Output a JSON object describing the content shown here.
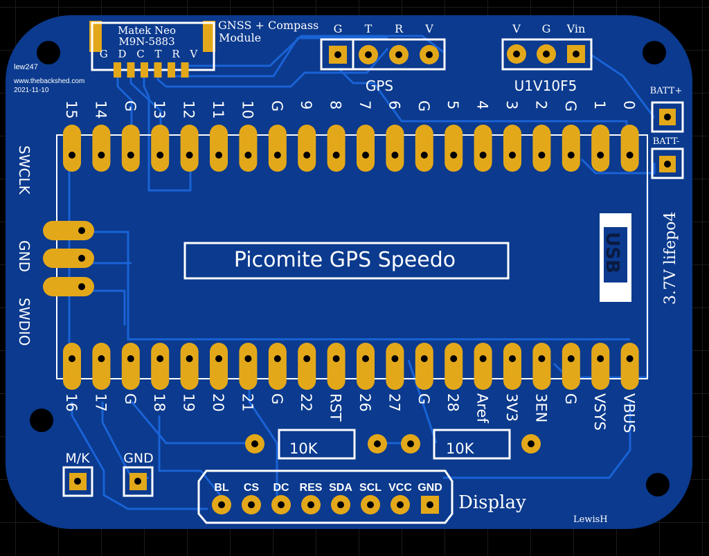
{
  "colors": {
    "board": "#0b3a8e",
    "trace": "#1a63d6",
    "copper": "#e3a81a",
    "silk": "#ffffff",
    "hole": "#000000"
  },
  "gnss": {
    "name1": "Matek Neo",
    "name2": "M9N-5883",
    "pins": "G D C T R V",
    "title1": "GNSS + Compass",
    "title2": "Module"
  },
  "author": {
    "user": "lew247",
    "site": "www.thebackshed.com",
    "date": "2021-11-10",
    "signature": "LewisH"
  },
  "gps": {
    "label": "GPS",
    "pins": [
      "G",
      "T",
      "R",
      "V"
    ]
  },
  "regulator": {
    "label": "U1V10F5",
    "pins": [
      "V",
      "G",
      "Vin"
    ]
  },
  "batt": {
    "plus": "BATT+",
    "minus": "BATT-",
    "type": "3.7V lifepo4"
  },
  "top_pins": [
    "15",
    "14",
    "G",
    "13",
    "12",
    "11",
    "10",
    "G",
    "9",
    "8",
    "7",
    "6",
    "G",
    "5",
    "4",
    "3",
    "2",
    "G",
    "1",
    "0"
  ],
  "bottom_pins": [
    "16",
    "17",
    "G",
    "18",
    "19",
    "20",
    "21",
    "G",
    "22",
    "RST",
    "26",
    "27",
    "G",
    "28",
    "Aref",
    "3V3",
    "3EN",
    "G",
    "VSYS",
    "VBUS"
  ],
  "debug": {
    "swclk": "SWCLK",
    "gnd": "GND",
    "swdio": "SWDIO"
  },
  "title": "Picomite GPS Speedo",
  "usb": "USB",
  "resistors": [
    "10K",
    "10K"
  ],
  "mk": {
    "mk": "M/K",
    "gnd": "GND"
  },
  "display": {
    "label": "Display",
    "pins": [
      "BL",
      "CS",
      "DC",
      "RES",
      "SDA",
      "SCL",
      "VCC",
      "GND"
    ]
  }
}
